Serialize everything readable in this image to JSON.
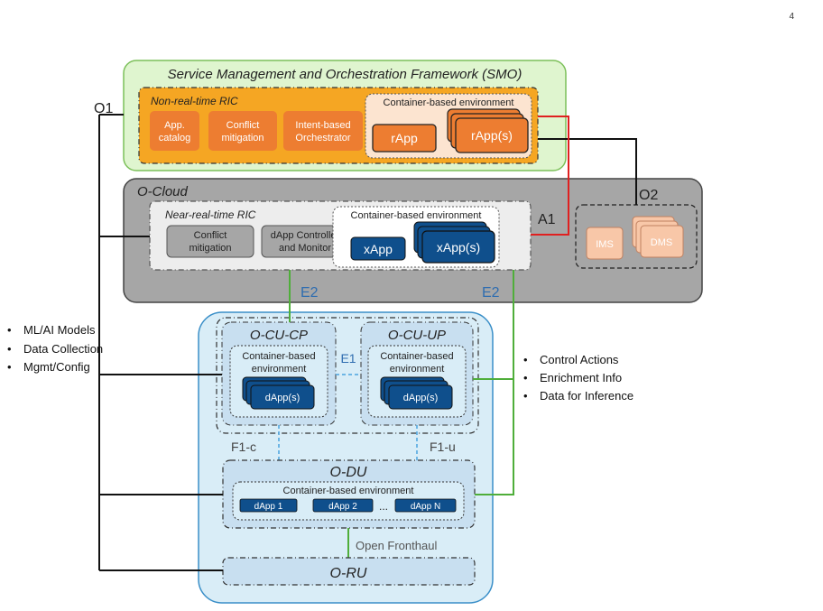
{
  "page_number": "4",
  "smo": {
    "title": "Service Management and Orchestration Framework (SMO)",
    "non_rt_ric": {
      "title": "Non-real-time RIC",
      "app_catalog": [
        "App.",
        "catalog"
      ],
      "conflict_mitigation": [
        "Conflict",
        "mitigation"
      ],
      "intent_orchestrator": [
        "Intent-based",
        "Orchestrator"
      ],
      "container_env": "Container-based environment",
      "rapp": "rApp",
      "rapps": "rApp(s)"
    }
  },
  "ocloud": {
    "title": "O-Cloud",
    "near_rt_ric": {
      "title": "Near-real-time RIC",
      "conflict_mitigation": [
        "Conflict",
        "mitigation"
      ],
      "dapp_controller": [
        "dApp Controller",
        "and Monitor"
      ],
      "container_env": "Container-based environment",
      "xapp": "xApp",
      "xapps": "xApp(s)"
    },
    "ims": "IMS",
    "dms": "DMS"
  },
  "interfaces": {
    "o1": "O1",
    "o2": "O2",
    "a1": "A1",
    "e2_left": "E2",
    "e2_right": "E2",
    "e1": "E1",
    "f1c": "F1-c",
    "f1u": "F1-u",
    "open_fronthaul": "Open Fronthaul"
  },
  "ran": {
    "cu_cp": {
      "title": "O-CU-CP",
      "container_env": [
        "Container-based",
        "environment"
      ],
      "dapps": "dApp(s)"
    },
    "cu_up": {
      "title": "O-CU-UP",
      "container_env": [
        "Container-based",
        "environment"
      ],
      "dapps": "dApp(s)"
    },
    "du": {
      "title": "O-DU",
      "container_env": "Container-based environment",
      "dapp1": "dApp 1",
      "dapp2": "dApp 2",
      "ellipsis": "...",
      "dappn": "dApp N"
    },
    "ru": {
      "title": "O-RU"
    }
  },
  "left_list": [
    "ML/AI Models",
    "Data Collection",
    "Mgmt/Config"
  ],
  "right_list": [
    "Control Actions",
    "Enrichment Info",
    "Data for Inference"
  ],
  "colors": {
    "smo_fill": "#dff5cf",
    "smo_stroke": "#7cc05a",
    "nonrt_fill": "#f5a623",
    "orange_box": "#ed7d31",
    "ocloud_fill": "#a6a6a6",
    "nearrt_fill": "#ededed",
    "dark_blue": "#0f4f8c",
    "ran_fill": "#d9edf7",
    "ran_stroke": "#3a8fc8",
    "a1_line": "#e02020",
    "green_line": "#4fae3a",
    "dash_blue": "#4aa3df",
    "ims_fill": "#f8c7a8"
  }
}
